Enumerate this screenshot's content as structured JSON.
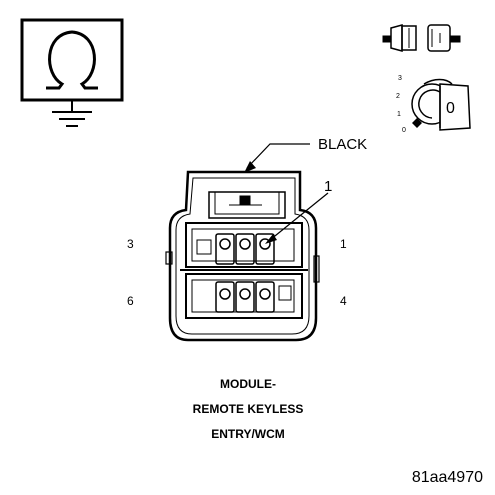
{
  "connector": {
    "color_label": "BLACK",
    "callout_number": "1",
    "cavities": {
      "top_left": "3",
      "top_right": "1",
      "bottom_left": "6",
      "bottom_right": "4"
    }
  },
  "title_lines": [
    "MODULE-",
    "REMOTE KEYLESS",
    "ENTRY/WCM"
  ],
  "figure_id": "81aa4970",
  "ignition_switch": {
    "positions": [
      "3",
      "2",
      "1",
      "0"
    ],
    "key_label": "0"
  },
  "icons": {
    "ohmmeter": "ohmmeter-icon",
    "connector_disconnect": "connector-disconnect-icon",
    "ignition_key": "ignition-key-icon"
  }
}
